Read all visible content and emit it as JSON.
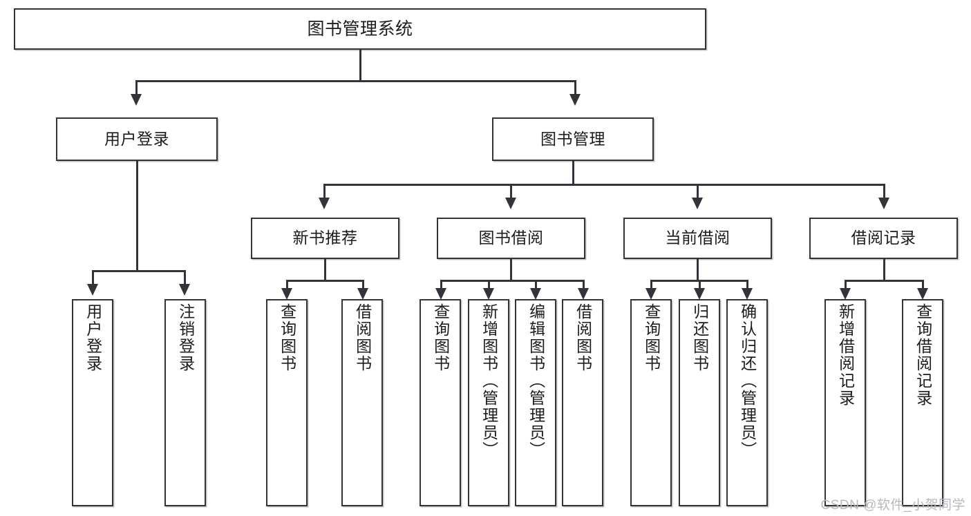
{
  "diagram": {
    "type": "tree-hierarchy-chart",
    "title": "图书管理系统",
    "colors": {
      "stroke": "#33333a",
      "fill": "#ffffff",
      "text": "#1c1c1c",
      "watermark": "#b9b9bd"
    },
    "root": {
      "label": "图书管理系统"
    },
    "level2": [
      {
        "label": "用户登录"
      },
      {
        "label": "图书管理"
      }
    ],
    "level3": [
      {
        "label": "新书推荐"
      },
      {
        "label": "图书借阅"
      },
      {
        "label": "当前借阅"
      },
      {
        "label": "借阅记录"
      }
    ],
    "leaves": {
      "user_login": [
        {
          "label": "用户登录"
        },
        {
          "label": "注销登录"
        }
      ],
      "new_book_recommend": [
        {
          "label": "查询图书"
        },
        {
          "label": "借阅图书"
        }
      ],
      "book_borrow": [
        {
          "label": "查询图书"
        },
        {
          "label": "新增图书（管理员）"
        },
        {
          "label": "编辑图书（管理员）"
        },
        {
          "label": "借阅图书"
        }
      ],
      "current_borrow": [
        {
          "label": "查询图书"
        },
        {
          "label": "归还图书"
        },
        {
          "label": "确认归还（管理员）"
        }
      ],
      "borrow_record": [
        {
          "label": "新增借阅记录"
        },
        {
          "label": "查询借阅记录"
        }
      ]
    }
  },
  "watermark": {
    "text": "CSDN @软件_小贺同学"
  }
}
